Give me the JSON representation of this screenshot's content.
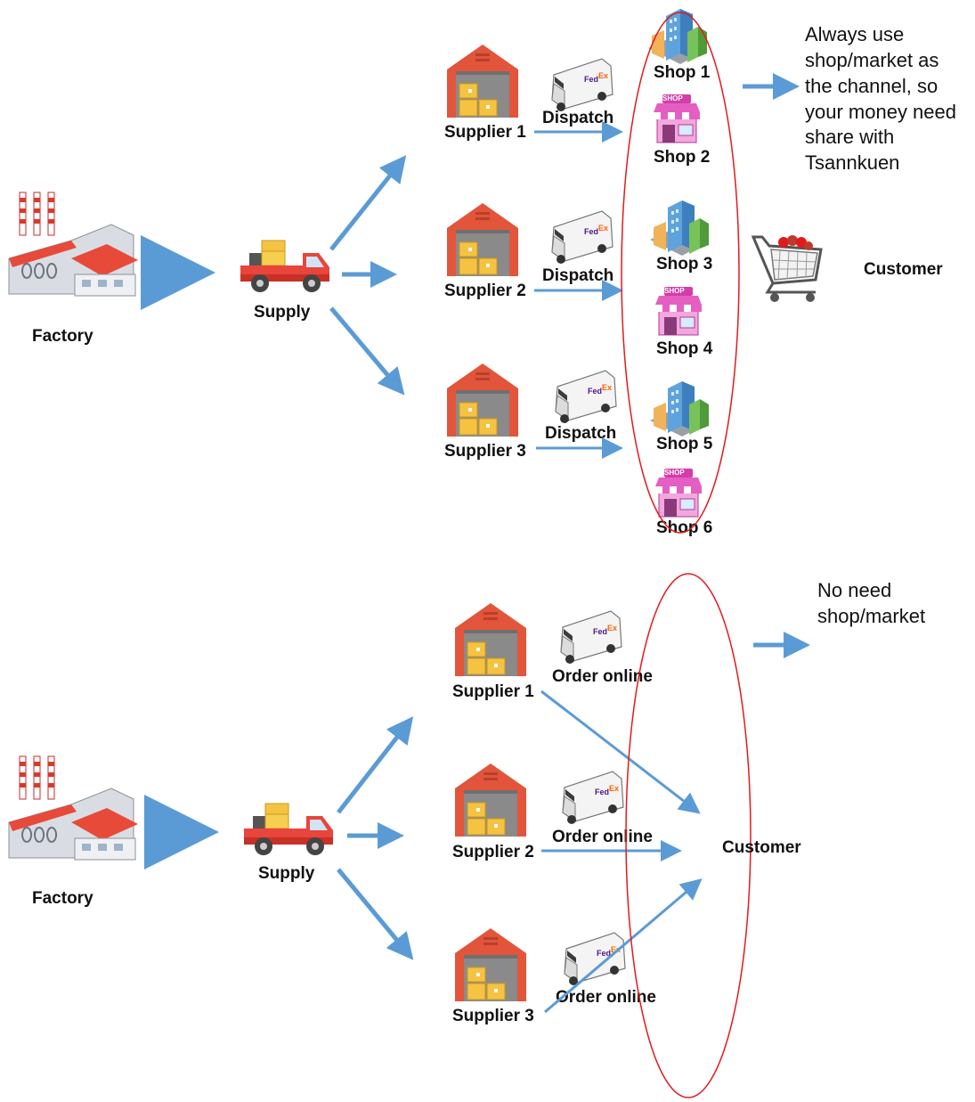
{
  "colors": {
    "arrow": "#5b9bd5",
    "ellipse": "#e31a1c",
    "warehouse": "#e2553b",
    "box": "#f5c242",
    "truck": "#e8453c",
    "shop_pink": "#e55fc2"
  },
  "top": {
    "factory": "Factory",
    "supply": "Supply",
    "suppliers": [
      "Supplier 1",
      "Supplier 2",
      "Supplier 3"
    ],
    "dispatch": [
      "Dispatch",
      "Dispatch",
      "Dispatch"
    ],
    "shops": [
      "Shop 1",
      "Shop 2",
      "Shop 3",
      "Shop 4",
      "Shop 5",
      "Shop 6"
    ],
    "shop_sign": "SHOP",
    "customer": "Customer",
    "note": [
      "Always use",
      "shop/market as",
      "the channel, so",
      "your money need",
      "share with",
      "Tsannkuen"
    ]
  },
  "bottom": {
    "factory": "Factory",
    "supply": "Supply",
    "suppliers": [
      "Supplier 1",
      "Supplier 2",
      "Supplier 3"
    ],
    "order": [
      "Order online",
      "Order online",
      "Order online"
    ],
    "customer": "Customer",
    "note": [
      "No need",
      "shop/market"
    ]
  }
}
